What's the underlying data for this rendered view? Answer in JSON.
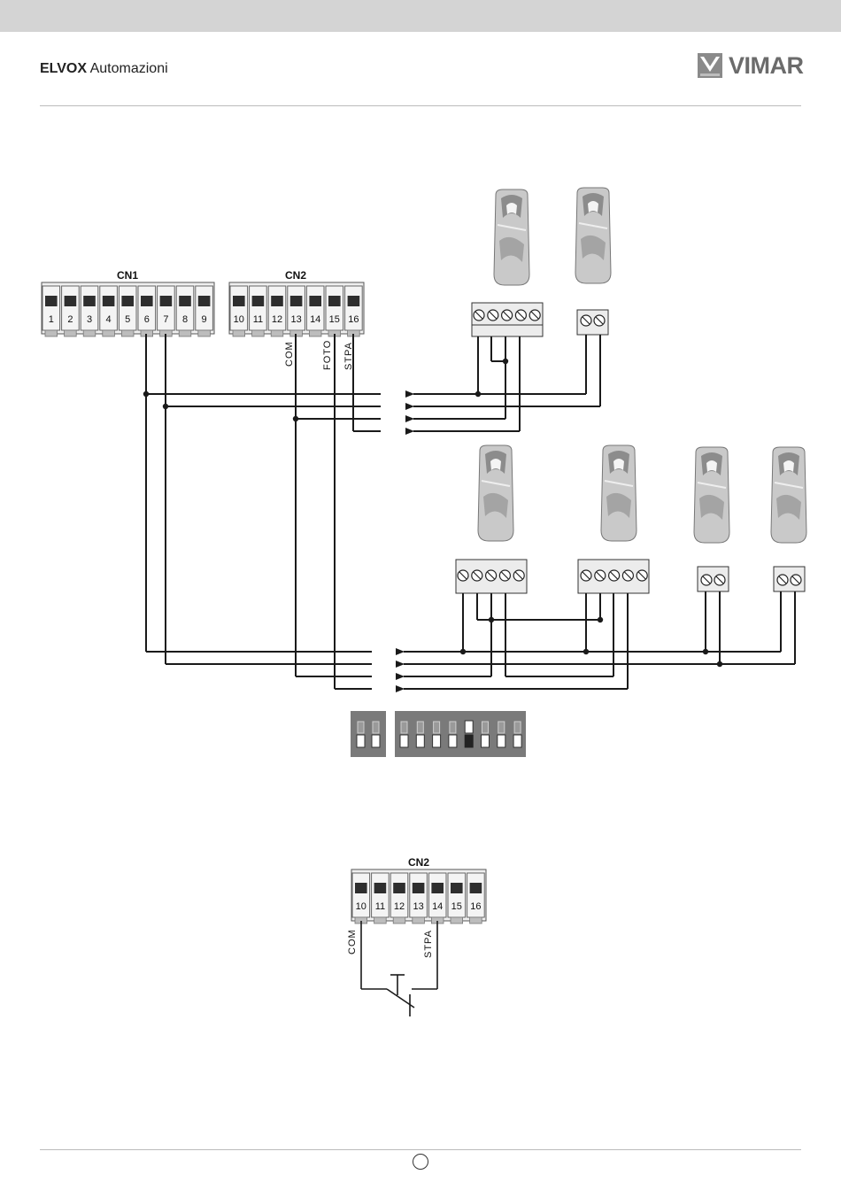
{
  "header": {
    "brand_bold": "ELVOX",
    "brand_rest": "Automazioni",
    "logo_text": "VIMAR"
  },
  "cn1": {
    "label": "CN1",
    "terminals": [
      "1",
      "2",
      "3",
      "4",
      "5",
      "6",
      "7",
      "8",
      "9"
    ]
  },
  "cn2": {
    "label": "CN2",
    "terminals": [
      "10",
      "11",
      "12",
      "13",
      "14",
      "15",
      "16"
    ],
    "signal_labels": {
      "com": "COM",
      "foto": "FOTO",
      "stpa": "STPA"
    }
  },
  "cn2_detail": {
    "label": "CN2",
    "terminals": [
      "10",
      "11",
      "12",
      "13",
      "14",
      "15",
      "16"
    ],
    "signal_labels": {
      "com": "COM",
      "stpa": "STPA"
    }
  },
  "colors": {
    "top_bar": "#d4d4d4",
    "wire": "#1a1a1a",
    "dip_body": "#7a7a7a",
    "terminal_block": "#e8e8e8",
    "photocell": "#c8c8c8"
  }
}
